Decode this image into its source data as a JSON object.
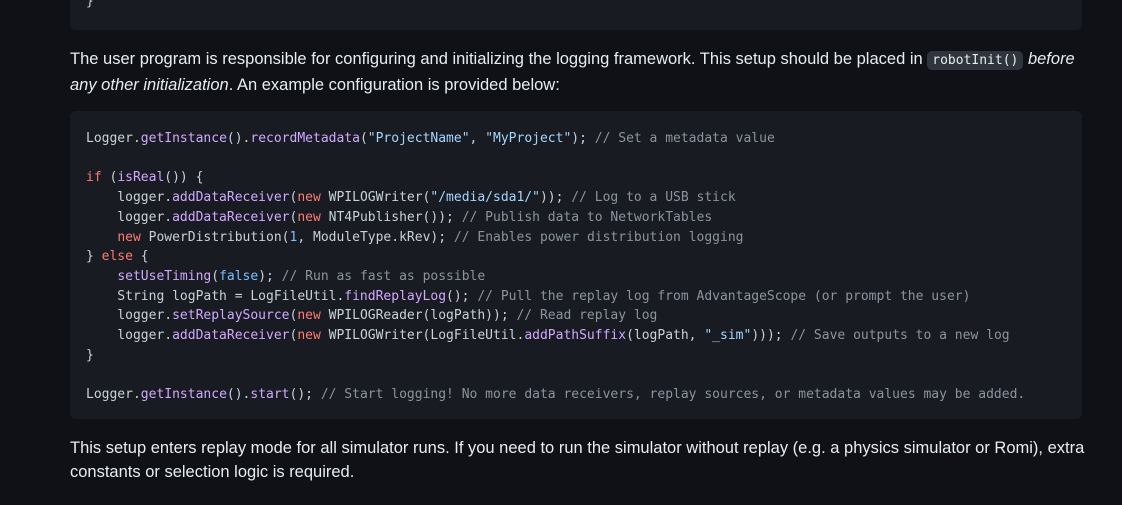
{
  "top_code_fragment": "}",
  "intro_paragraph": {
    "text_before_code": "The user program is responsible for configuring and initializing the logging framework. This setup should be placed in ",
    "inline_code": "robotInit()",
    "italic_text": "before any other initialization",
    "text_after": ". An example configuration is provided below:"
  },
  "code_example": {
    "language": "java",
    "lines": [
      "Logger.getInstance().recordMetadata(\"ProjectName\", \"MyProject\"); // Set a metadata value",
      "",
      "if (isReal()) {",
      "    logger.addDataReceiver(new WPILOGWriter(\"/media/sda1/\")); // Log to a USB stick",
      "    logger.addDataReceiver(new NT4Publisher()); // Publish data to NetworkTables",
      "    new PowerDistribution(1, ModuleType.kRev); // Enables power distribution logging",
      "} else {",
      "    setUseTiming(false); // Run as fast as possible",
      "    String logPath = LogFileUtil.findReplayLog(); // Pull the replay log from AdvantageScope (or prompt the user)",
      "    logger.setReplaySource(new WPILOGReader(logPath)); // Read replay log",
      "    logger.addDataReceiver(new WPILOGWriter(LogFileUtil.addPathSuffix(logPath, \"_sim\"))); // Save outputs to a new log",
      "}",
      "",
      "Logger.getInstance().start(); // Start logging! No more data receivers, replay sources, or metadata values may be added."
    ],
    "tokens": {
      "l1": [
        [
          "Logger.",
          "p"
        ],
        [
          "getInstance",
          "f"
        ],
        [
          "().",
          "p"
        ],
        [
          "recordMetadata",
          "f"
        ],
        [
          "(",
          "p"
        ],
        [
          "\"ProjectName\"",
          "s"
        ],
        [
          ", ",
          "p"
        ],
        [
          "\"MyProject\"",
          "s"
        ],
        [
          "); ",
          "p"
        ],
        [
          "// Set a metadata value",
          "c"
        ]
      ],
      "l3": [
        [
          "if",
          "k"
        ],
        [
          " (",
          "p"
        ],
        [
          "isReal",
          "f"
        ],
        [
          "()) {",
          "p"
        ]
      ],
      "l4": [
        [
          "    logger.",
          "p"
        ],
        [
          "addDataReceiver",
          "f"
        ],
        [
          "(",
          "p"
        ],
        [
          "new",
          "k"
        ],
        [
          " WPILOGWriter(",
          "p"
        ],
        [
          "\"/media/sda1/\"",
          "s"
        ],
        [
          "));",
          "p"
        ],
        [
          " // Log to a USB stick",
          "c"
        ]
      ],
      "l5": [
        [
          "    logger.",
          "p"
        ],
        [
          "addDataReceiver",
          "f"
        ],
        [
          "(",
          "p"
        ],
        [
          "new",
          "k"
        ],
        [
          " NT4Publisher());",
          "p"
        ],
        [
          " // Publish data to NetworkTables",
          "c"
        ]
      ],
      "l6": [
        [
          "    ",
          "p"
        ],
        [
          "new",
          "k"
        ],
        [
          " PowerDistribution(",
          "p"
        ],
        [
          "1",
          "n"
        ],
        [
          ", ModuleType.kRev);",
          "p"
        ],
        [
          " // Enables power distribution logging",
          "c"
        ]
      ],
      "l7": [
        [
          "} ",
          "p"
        ],
        [
          "else",
          "k"
        ],
        [
          " {",
          "p"
        ]
      ],
      "l8": [
        [
          "    ",
          "p"
        ],
        [
          "setUseTiming",
          "f"
        ],
        [
          "(",
          "p"
        ],
        [
          "false",
          "n"
        ],
        [
          ");",
          "p"
        ],
        [
          " // Run as fast as possible",
          "c"
        ]
      ],
      "l9": [
        [
          "    String logPath = LogFileUtil.",
          "p"
        ],
        [
          "findReplayLog",
          "f"
        ],
        [
          "();",
          "p"
        ],
        [
          " // Pull the replay log from AdvantageScope (or prompt the user)",
          "c"
        ]
      ],
      "l10": [
        [
          "    logger.",
          "p"
        ],
        [
          "setReplaySource",
          "f"
        ],
        [
          "(",
          "p"
        ],
        [
          "new",
          "k"
        ],
        [
          " WPILOGReader(logPath));",
          "p"
        ],
        [
          " // Read replay log",
          "c"
        ]
      ],
      "l11": [
        [
          "    logger.",
          "p"
        ],
        [
          "addDataReceiver",
          "f"
        ],
        [
          "(",
          "p"
        ],
        [
          "new",
          "k"
        ],
        [
          " WPILOGWriter(LogFileUtil.",
          "p"
        ],
        [
          "addPathSuffix",
          "f"
        ],
        [
          "(logPath, ",
          "p"
        ],
        [
          "\"_sim\"",
          "s"
        ],
        [
          ")));",
          "p"
        ],
        [
          " // Save outputs to a new log",
          "c"
        ]
      ],
      "l12": [
        [
          "}",
          "p"
        ]
      ],
      "l14": [
        [
          "Logger.",
          "p"
        ],
        [
          "getInstance",
          "f"
        ],
        [
          "().",
          "p"
        ],
        [
          "start",
          "f"
        ],
        [
          "();",
          "p"
        ],
        [
          " // Start logging! No more data receivers, replay sources, or metadata values may be added.",
          "c"
        ]
      ]
    }
  },
  "outro_paragraph": "This setup enters replay mode for all simulator runs. If you need to run the simulator without replay (e.g. a physics simulator or Romi), extra constants or selection logic is required.",
  "colors": {
    "background": "#0f1117",
    "code_background": "#181b22",
    "keyword": "#ff7b72",
    "function": "#d2a8ff",
    "string": "#a5d6ff",
    "comment": "#8b949e",
    "number": "#79c0ff"
  }
}
